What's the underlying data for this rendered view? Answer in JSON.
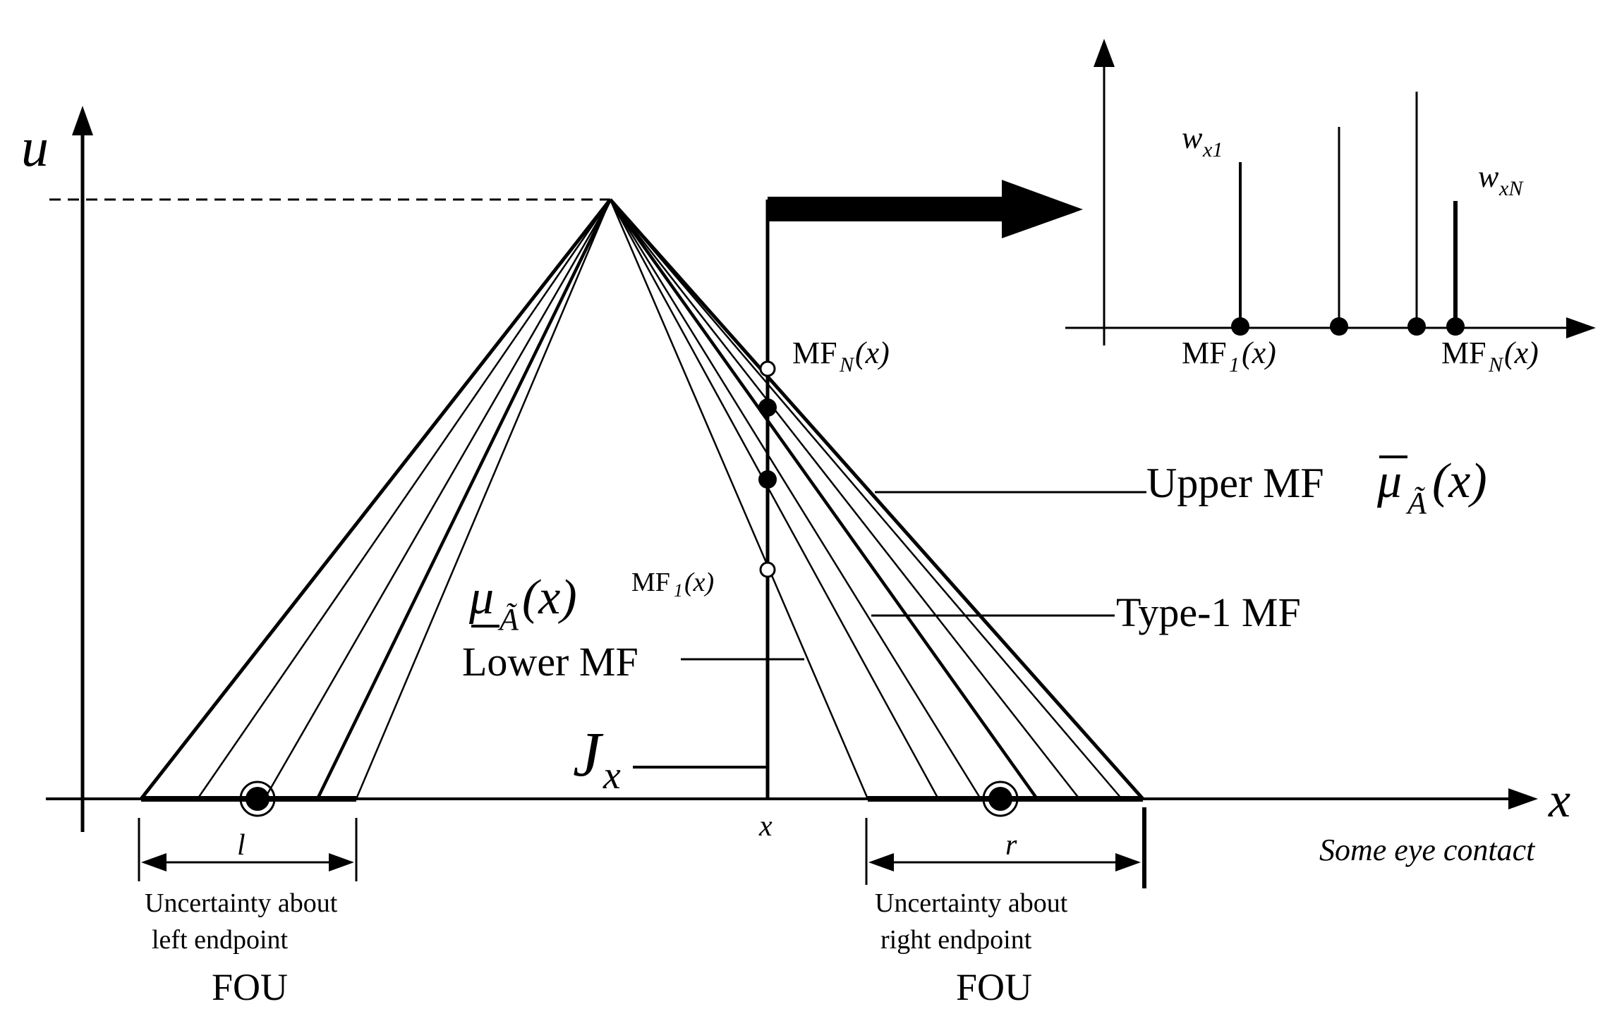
{
  "main_axes": {
    "y_label": "u",
    "x_label": "x",
    "x_caption": "Some eye contact"
  },
  "labels": {
    "x_tick": "x",
    "jx": "J",
    "jx_sub": "x",
    "upper_mf_text": "Upper MF",
    "upper_mf_symbol": "μ",
    "upper_mf_sub": "Ã",
    "upper_mf_arg": "(x)",
    "lower_mf_symbol": "μ",
    "lower_mf_sub": "Ã",
    "lower_mf_arg": "(x)",
    "lower_mf_text": "Lower MF",
    "type1_mf_text": "Type-1 MF",
    "mf_1_sup": "MF",
    "mf_1_sup_sub": "1",
    "mf_1_sup_arg": "(x)",
    "mf_n_main": "MF",
    "mf_n_main_sub": "N",
    "mf_n_main_arg": "(x)"
  },
  "left_fou": {
    "width_label": "l",
    "caption_line1": "Uncertainty about",
    "caption_line2": "left endpoint",
    "fou_label": "FOU"
  },
  "right_fou": {
    "width_label": "r",
    "caption_line1": "Uncertainty about",
    "caption_line2": "right endpoint",
    "fou_label": "FOU"
  },
  "inset": {
    "w1": "w",
    "w1_sub": "x1",
    "wn": "w",
    "wn_sub": "xN",
    "mf1": "MF",
    "mf1_sub": "1",
    "mf1_arg": "(x)",
    "mfn": "MF",
    "mfn_sub": "N",
    "mfn_arg": "(x)"
  }
}
